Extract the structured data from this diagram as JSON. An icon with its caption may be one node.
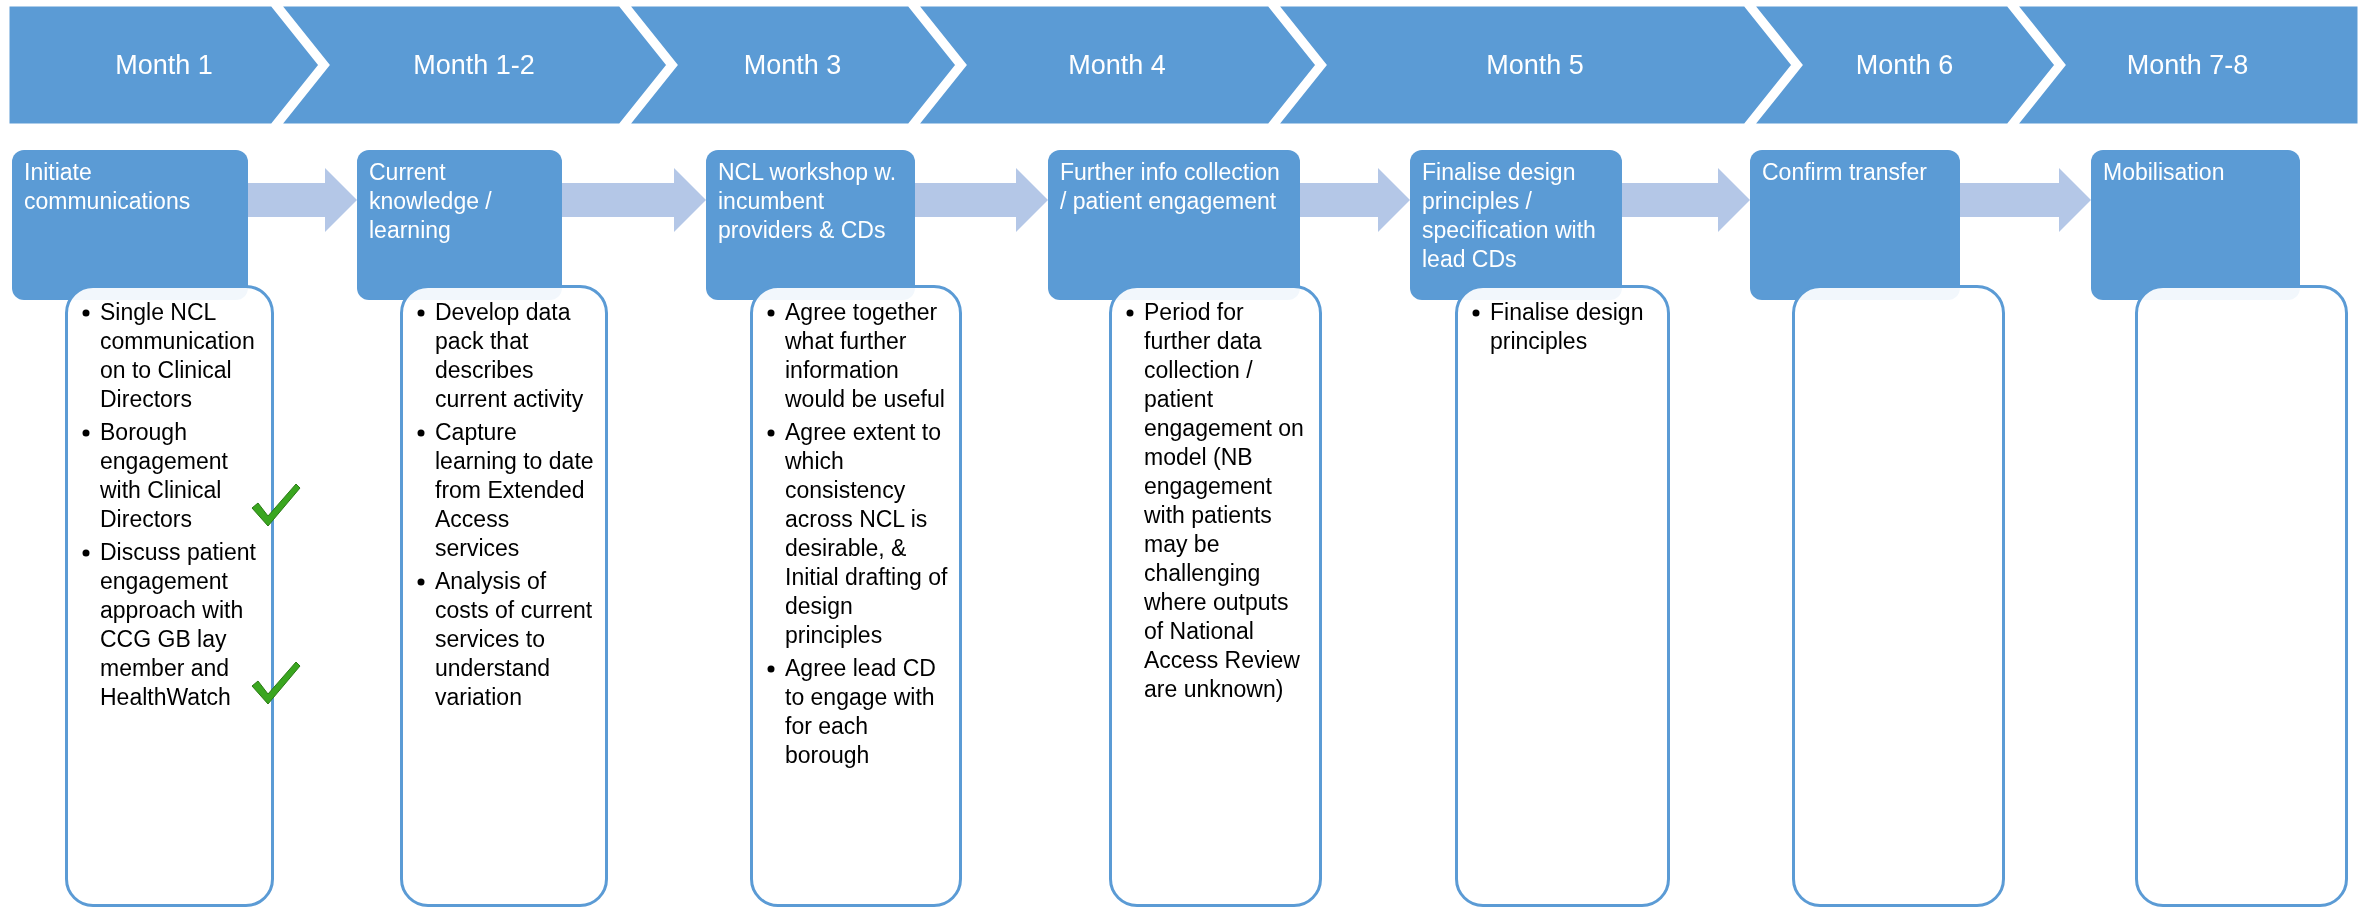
{
  "diagram": {
    "nodes": [
      {
        "text": [
          "Month 1"
        ]
      },
      {
        "text": [
          "Month 1-2"
        ]
      },
      {
        "text": [
          "Month 3"
        ]
      },
      {
        "text": [
          "Month 4"
        ]
      },
      {
        "text": [
          "Month 5"
        ]
      },
      {
        "text": [
          "Month 6"
        ]
      },
      {
        "text": [
          "Month 7-8"
        ]
      },
      {
        "text": [
          "Initiate communications"
        ]
      },
      {
        "text": [
          "Single NCL communication on to Clinical Directors",
          "Borough engagement with Clinical Directors",
          "Discuss patient engagement approach with CCG GB lay member and HealthWatch"
        ]
      },
      {
        "text": [
          "Current knowledge / learning"
        ]
      },
      {
        "text": [
          "Develop data pack that describes current activity",
          "Capture learning to date from Extended Access services",
          "Analysis of costs of current services to understand variation"
        ]
      },
      {
        "text": [
          "NCL workshop w. incumbent providers & CDs"
        ]
      },
      {
        "text": [
          "Agree together what further information would be useful",
          "Agree extent to which consistency across NCL is desirable, & Initial drafting of design principles",
          "Agree lead CD to engage with for each borough"
        ]
      },
      {
        "text": [
          "Further info collection / patient engagement"
        ]
      },
      {
        "text": [
          "Period for further data collection / patient engagement on model (NB engagement with patients may be challenging where outputs of National Access Review are unknown)"
        ]
      },
      {
        "text": [
          "Finalise design principles / specification with lead CDs"
        ]
      },
      {
        "text": [
          "Finalise design principles"
        ]
      },
      {
        "text": [
          "Confirm transfer"
        ]
      },
      {
        "text": [],
        "shape": "box"
      },
      {
        "text": [
          "Mobilisation"
        ]
      },
      {
        "text": [],
        "shape": "box"
      }
    ],
    "edges": [
      {
        "from": 7,
        "to": 9,
        "arrow": "to"
      },
      {
        "from": 9,
        "to": 11,
        "arrow": "to"
      },
      {
        "from": 11,
        "to": 13,
        "arrow": "to"
      },
      {
        "from": 13,
        "to": 15,
        "arrow": "to"
      },
      {
        "from": 15,
        "to": 17,
        "arrow": "to"
      },
      {
        "from": 17,
        "to": 19,
        "arrow": "to"
      }
    ]
  }
}
